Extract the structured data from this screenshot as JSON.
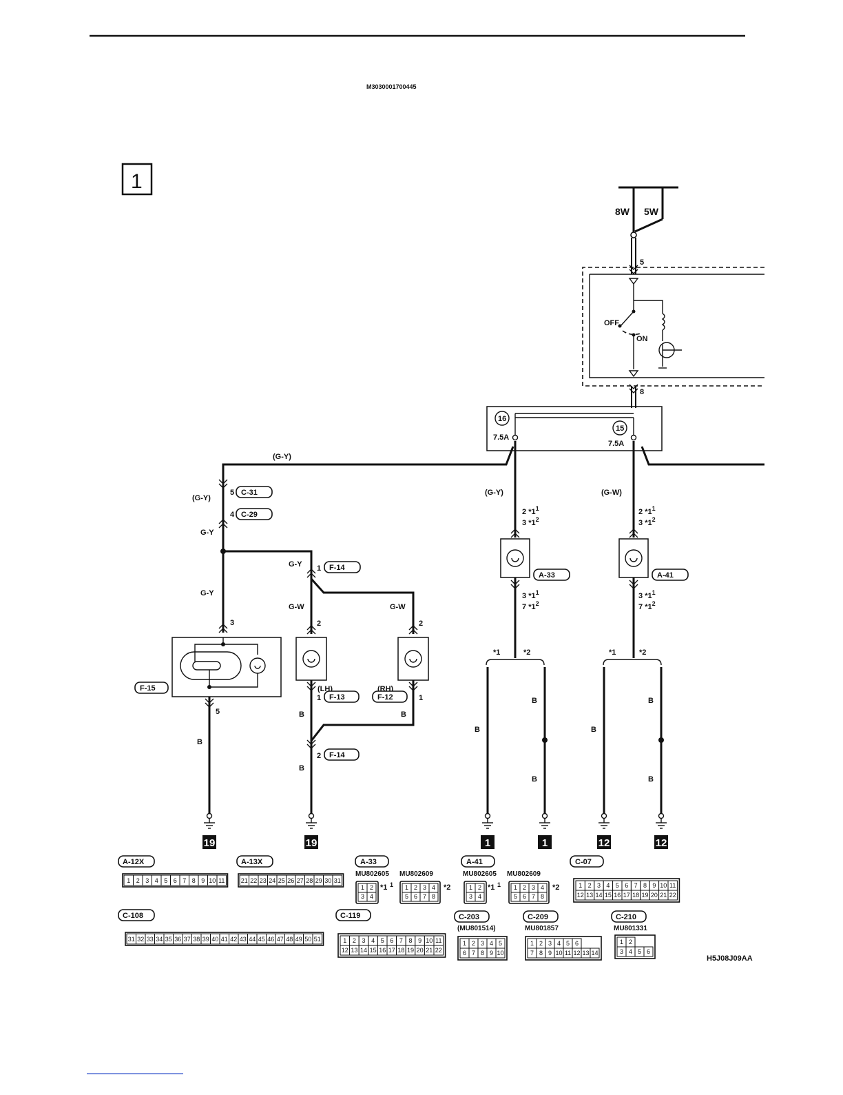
{
  "header": {
    "doc_code": "M3030001700445",
    "figure_id": "H5J08J09AA"
  },
  "section": {
    "number": "1"
  },
  "supply": {
    "fuse_8w": "8W",
    "fuse_5w": "5W",
    "pin_top": "5",
    "pin_bottom": "8"
  },
  "relay": {
    "off_label": "OFF",
    "on_label": "ON"
  },
  "fuse_block": {
    "fuse_a_no": "16",
    "fuse_a_rating": "7.5A",
    "fuse_b_no": "15",
    "fuse_b_rating": "7.5A"
  },
  "wires": {
    "top_main": "(G-Y)",
    "left_gy_paren": "(G-Y)",
    "left_gy_1": "G-Y",
    "left_gy_2": "G-Y",
    "mid_gy": "G-Y",
    "mid_gw": "G-W",
    "right_gw": "G-W",
    "a33_gy": "(G-Y)",
    "a41_gw": "(G-W)",
    "b1": "B",
    "b2": "B",
    "b3": "B",
    "b4": "B",
    "b5": "B",
    "b6": "B",
    "b7": "B",
    "b8": "B",
    "b9": "B",
    "b10": "B"
  },
  "connectors_inline": {
    "c31": {
      "pin": "5",
      "id": "C-31"
    },
    "c29": {
      "pin": "4",
      "id": "C-29"
    },
    "f14_top": {
      "pin": "1",
      "id": "F-14"
    },
    "f13": {
      "pin": "1",
      "id": "F-13"
    },
    "f12": {
      "pin": "1",
      "id": "F-12"
    },
    "f14_bot": {
      "pin": "2",
      "id": "F-14"
    },
    "f15": {
      "id": "F-15",
      "pin_top": "3",
      "pin_bot": "5"
    },
    "lh": {
      "label": "(LH)",
      "pin_top": "2"
    },
    "rh": {
      "label": "(RH)",
      "pin_top": "2"
    },
    "a33": {
      "id": "A-33",
      "pins_top": [
        "2",
        "3"
      ],
      "pins_bot": [
        "3",
        "7"
      ]
    },
    "a41": {
      "id": "A-41",
      "pins_top": [
        "2",
        "3"
      ],
      "pins_bot": [
        "3",
        "7"
      ]
    }
  },
  "variants": {
    "v1": "*1",
    "v2": "*2",
    "sup1": "1",
    "sup2": "2"
  },
  "grounds": [
    "19",
    "19",
    "1",
    "1",
    "12",
    "12"
  ],
  "connector_list": {
    "a12x": {
      "id": "A-12X",
      "pins": [
        "1",
        "2",
        "3",
        "4",
        "5",
        "6",
        "7",
        "8",
        "9",
        "10",
        "11"
      ]
    },
    "a13x": {
      "id": "A-13X",
      "pins": [
        "21",
        "22",
        "23",
        "24",
        "25",
        "26",
        "27",
        "28",
        "29",
        "30",
        "31"
      ]
    },
    "a33": {
      "id": "A-33",
      "part1": "MU802605",
      "part2": "MU802609"
    },
    "a41": {
      "id": "A-41",
      "part1": "MU802605",
      "part2": "MU802609"
    },
    "c07": {
      "id": "C-07",
      "row1": [
        "1",
        "2",
        "3",
        "4",
        "5",
        "6",
        "7",
        "8",
        "9",
        "10",
        "11"
      ],
      "row2": [
        "12",
        "13",
        "14",
        "15",
        "16",
        "17",
        "18",
        "19",
        "20",
        "21",
        "22"
      ]
    },
    "c108": {
      "id": "C-108",
      "pins": [
        "31",
        "32",
        "33",
        "34",
        "35",
        "36",
        "37",
        "38",
        "39",
        "40",
        "41",
        "42",
        "43",
        "44",
        "45",
        "46",
        "47",
        "48",
        "49",
        "50",
        "51"
      ]
    },
    "c119": {
      "id": "C-119",
      "row1": [
        "1",
        "2",
        "3",
        "4",
        "5",
        "6",
        "7",
        "8",
        "9",
        "10",
        "11"
      ],
      "row2": [
        "12",
        "13",
        "14",
        "15",
        "16",
        "17",
        "18",
        "19",
        "20",
        "21",
        "22"
      ]
    },
    "c203": {
      "id": "C-203",
      "part": "(MU801514)",
      "row1": [
        "1",
        "2",
        "3",
        "4",
        "5"
      ],
      "row2": [
        "6",
        "7",
        "8",
        "9",
        "10"
      ]
    },
    "c209": {
      "id": "C-209",
      "part": "MU801857",
      "row1": [
        "1",
        "2",
        "3",
        "4",
        "5",
        "6"
      ],
      "row2": [
        "7",
        "8",
        "9",
        "10",
        "11",
        "12",
        "13",
        "14"
      ]
    },
    "c210": {
      "id": "C-210",
      "part": "MU801331",
      "row1": [
        "1",
        "2"
      ],
      "row2": [
        "3",
        "4",
        "5",
        "6"
      ]
    },
    "pins_1234": [
      "1",
      "2",
      "3",
      "4"
    ],
    "pins_1to8": [
      "1",
      "2",
      "3",
      "4",
      "5",
      "6",
      "7",
      "8"
    ]
  }
}
